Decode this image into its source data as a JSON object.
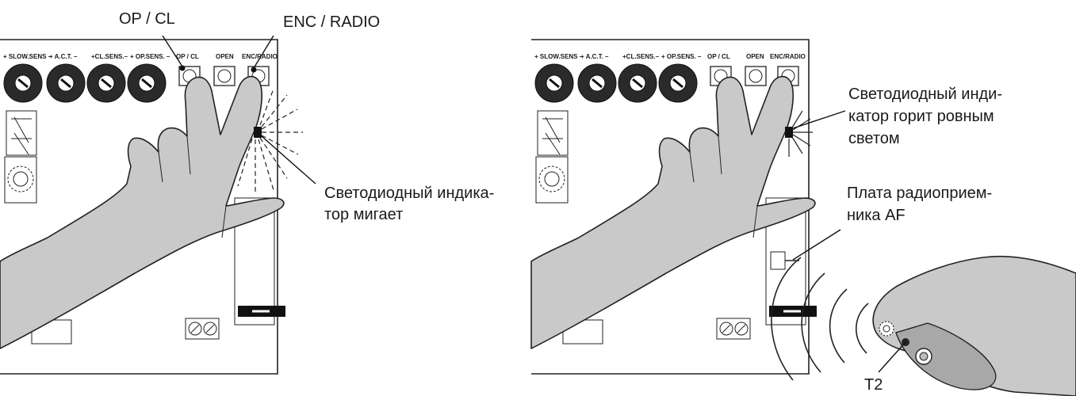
{
  "board_labels": {
    "slow_sens": "+ SLOW.SENS –",
    "act": "+ A.C.T. –",
    "cl_sens": "+CL.SENS.–",
    "op_sens": "+ OP.SENS. –",
    "op_cl": "OP / CL",
    "open": "OPEN",
    "enc_radio": "ENC/RADIO"
  },
  "left_panel": {
    "callout_op_cl": "OP / CL",
    "callout_enc_radio": "ENC / RADIO",
    "led_blinking_line1": "Светодиодный индика-",
    "led_blinking_line2": "тор мигает"
  },
  "right_panel": {
    "led_steady_line1": "Светодиодный инди-",
    "led_steady_line2": "катор горит ровным",
    "led_steady_line3": "светом",
    "receiver_line1": "Плата радиоприем-",
    "receiver_line2": "ника AF",
    "button_label": "T2"
  }
}
